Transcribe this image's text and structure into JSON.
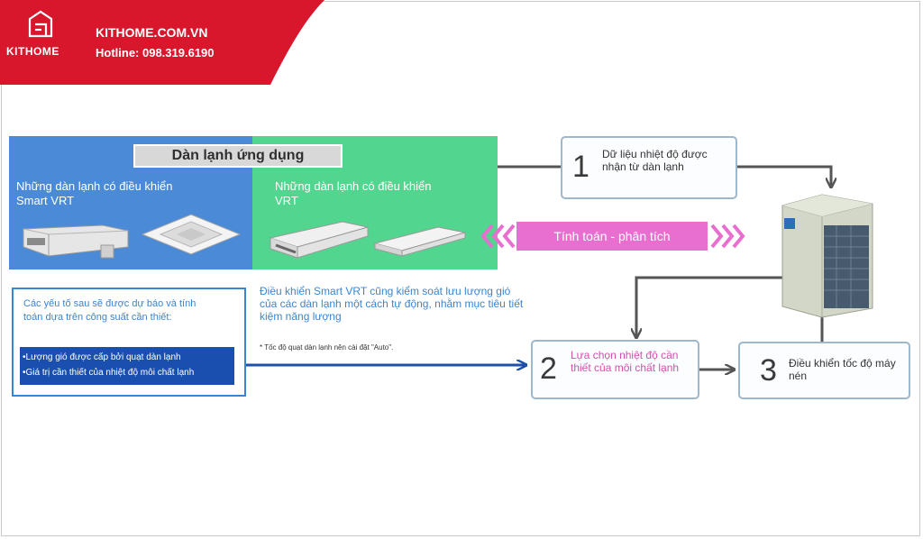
{
  "header": {
    "brand_name": "KITHOME",
    "site_url": "KITHOME.COM.VN",
    "hotline": "Hotline: 098.319.6190",
    "colors": {
      "brand_red": "#d8172d"
    },
    "logo_icon": "house-logo-icon"
  },
  "banner": {
    "title": "Dàn lạnh ứng dụng",
    "smart_vrt_label": "Những dàn lạnh có điều khiển Smart VRT",
    "vrt_label": "Những dàn lạnh có điều khiển VRT",
    "colors": {
      "blue_panel": "#4a8ad6",
      "green_panel": "#52d58e"
    }
  },
  "info": {
    "forecast_text": "Các yếu tố sau sẽ được dự báo và tính toán dựa trên công suất cần thiết:",
    "factors": [
      "•Lượng gió được cấp bởi quạt dàn lạnh",
      "•Giá trị cần thiết của nhiệt độ môi chất lạnh"
    ]
  },
  "control": {
    "description": "Điều khiển Smart VRT cũng kiểm soát lưu lượng gió của các dàn lạnh một cách tự động, nhằm mục tiêu tiết kiệm năng lượng",
    "note": "* Tốc độ quạt dàn lạnh nên cài đặt \"Auto\"."
  },
  "analysis": {
    "label": "Tính toán - phân tích",
    "color": "#e86ed0"
  },
  "steps": [
    {
      "number": "1",
      "text": "Dữ liệu nhiệt độ được nhận từ dàn lạnh"
    },
    {
      "number": "2",
      "text": "Lựa chọn nhiệt độ cần thiết của môi chất lạnh"
    },
    {
      "number": "3",
      "text": "Điều khiển tốc độ máy nén"
    }
  ]
}
